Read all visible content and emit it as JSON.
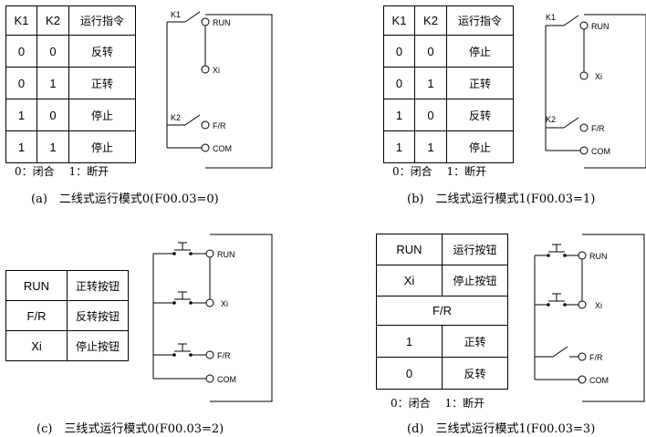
{
  "panel_a": {
    "table": {
      "headers": [
        "K1",
        "K2",
        "运行指令"
      ],
      "rows": [
        [
          "0",
          "0",
          "反转"
        ],
        [
          "0",
          "1",
          "正转"
        ],
        [
          "1",
          "0",
          "停止"
        ],
        [
          "1",
          "1",
          "停止"
        ]
      ]
    },
    "note": "0：闭合　 1：断开",
    "switch_labels": [
      "K1",
      "K2"
    ],
    "terminals": [
      "RUN",
      "Xi",
      "F/R",
      "COM"
    ],
    "caption": "(a)　二线式运行模式0(F00.03=0)"
  },
  "panel_b": {
    "table": {
      "headers": [
        "K1",
        "K2",
        "运行指令"
      ],
      "rows": [
        [
          "0",
          "0",
          "停止"
        ],
        [
          "0",
          "1",
          "正转"
        ],
        [
          "1",
          "0",
          "反转"
        ],
        [
          "1",
          "1",
          "停止"
        ]
      ]
    },
    "note": "0：闭合　 1：断开",
    "switch_labels": [
      "K1",
      "K2"
    ],
    "terminals": [
      "RUN",
      "Xi",
      "F/R",
      "COM"
    ],
    "caption": "(b)　二线式运行模式1(F00.03=1)"
  },
  "panel_c": {
    "table": {
      "rows": [
        [
          "RUN",
          "正转按钮"
        ],
        [
          "F/R",
          "反转按钮"
        ],
        [
          "Xi",
          "停止按钮"
        ]
      ]
    },
    "terminals": [
      "RUN",
      "Xi",
      "F/R",
      "COM"
    ],
    "caption": "(c)　三线式运行模式0(F00.03=2)"
  },
  "panel_d": {
    "table": {
      "rows_top": [
        [
          "RUN",
          "运行按钮"
        ],
        [
          "Xi",
          "停止按钮"
        ]
      ],
      "merged": "F/R",
      "rows_bottom": [
        [
          "1",
          "正转"
        ],
        [
          "0",
          "反转"
        ]
      ]
    },
    "note": "0：闭合　 1：断开",
    "terminals": [
      "RUN",
      "Xi",
      "F/R",
      "COM"
    ],
    "caption": "(d)　三线式运行模式1(F00.03=3)"
  }
}
